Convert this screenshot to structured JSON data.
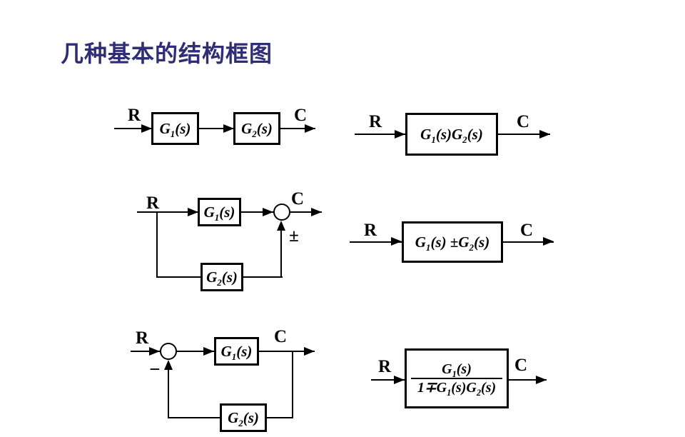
{
  "title": "几种基本的结构框图",
  "colors": {
    "title": "#2e2d75",
    "diagram": "#000000",
    "background": "#ffffff"
  },
  "diagrams": {
    "series": {
      "input": "R",
      "output": "C",
      "block1": {
        "parts": [
          {
            "t": "G"
          },
          {
            "t": "1",
            "sub": true
          },
          {
            "t": "(s)"
          }
        ]
      },
      "block2": {
        "parts": [
          {
            "t": "G"
          },
          {
            "t": "2",
            "sub": true
          },
          {
            "t": "(s)"
          }
        ]
      }
    },
    "series_equivalent": {
      "input": "R",
      "output": "C",
      "block": {
        "parts": [
          {
            "t": "G"
          },
          {
            "t": "1",
            "sub": true
          },
          {
            "t": "(s)"
          },
          {
            "t": "G"
          },
          {
            "t": "2",
            "sub": true
          },
          {
            "t": "(s)"
          }
        ]
      }
    },
    "parallel": {
      "input": "R",
      "output": "C",
      "sum_sign": "±",
      "block1": {
        "parts": [
          {
            "t": "G"
          },
          {
            "t": "1",
            "sub": true
          },
          {
            "t": "(s)"
          }
        ]
      },
      "block2": {
        "parts": [
          {
            "t": "G"
          },
          {
            "t": "2",
            "sub": true
          },
          {
            "t": "(s)"
          }
        ]
      }
    },
    "parallel_equivalent": {
      "input": "R",
      "output": "C",
      "block": {
        "parts": [
          {
            "t": "G"
          },
          {
            "t": "1",
            "sub": true
          },
          {
            "t": "(s) ±"
          },
          {
            "t": "G"
          },
          {
            "t": "2",
            "sub": true
          },
          {
            "t": "(s)"
          }
        ]
      }
    },
    "feedback": {
      "input": "R",
      "output": "C",
      "sum_sign": "−",
      "block1": {
        "parts": [
          {
            "t": "G"
          },
          {
            "t": "1",
            "sub": true
          },
          {
            "t": "(s)"
          }
        ]
      },
      "block2": {
        "parts": [
          {
            "t": "G"
          },
          {
            "t": "2",
            "sub": true
          },
          {
            "t": "(s)"
          }
        ]
      }
    },
    "feedback_equivalent": {
      "input": "R",
      "output": "C",
      "numerator": {
        "parts": [
          {
            "t": "G"
          },
          {
            "t": "1",
            "sub": true
          },
          {
            "t": "(s)"
          }
        ]
      },
      "denominator": {
        "parts": [
          {
            "t": "1∓"
          },
          {
            "t": "G"
          },
          {
            "t": "1",
            "sub": true
          },
          {
            "t": "(s)"
          },
          {
            "t": "G"
          },
          {
            "t": "2",
            "sub": true
          },
          {
            "t": "(s)"
          }
        ]
      }
    }
  }
}
